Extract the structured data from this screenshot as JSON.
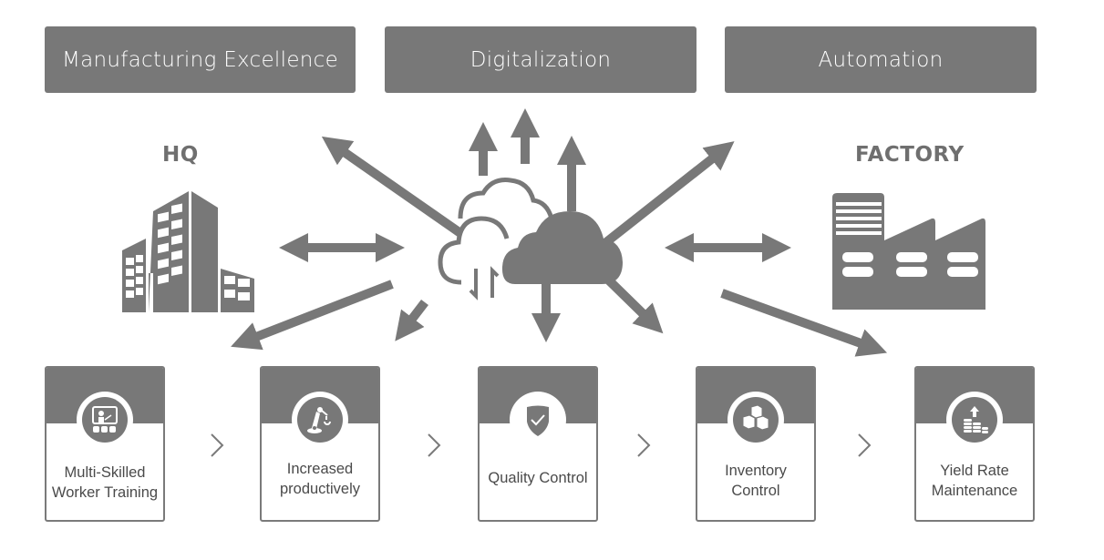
{
  "pillars": [
    {
      "label": "Manufacturing Excellence"
    },
    {
      "label": "Digitalization"
    },
    {
      "label": "Automation"
    }
  ],
  "sites": {
    "left": {
      "label": "HQ",
      "icon": "office-building-icon"
    },
    "right": {
      "label": "FACTORY",
      "icon": "factory-icon"
    }
  },
  "hub": {
    "icon": "cloud-icon"
  },
  "steps": [
    {
      "line1": "Multi-Skilled",
      "line2": "Worker Training",
      "icon": "presentation-training-icon"
    },
    {
      "line1": "Increased",
      "line2": "productively",
      "icon": "robot-arm-icon"
    },
    {
      "line1": "Quality Control",
      "line2": "",
      "icon": "shield-check-icon"
    },
    {
      "line1": "Inventory",
      "line2": "Control",
      "icon": "boxes-icon"
    },
    {
      "line1": "Yield Rate",
      "line2": "Maintenance",
      "icon": "coins-up-arrow-icon"
    }
  ],
  "separator_icon": "chevron-right-icon",
  "colors": {
    "primary_gray": "#787878",
    "text_gray": "#4a4a4a",
    "background": "#ffffff"
  }
}
